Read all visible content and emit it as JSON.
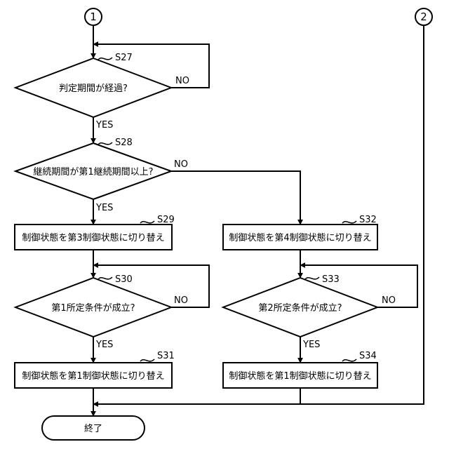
{
  "connectors": {
    "c1": "1",
    "c2": "2"
  },
  "steps": {
    "s27": {
      "id": "S27",
      "text": "判定期間が経過?",
      "yes": "YES",
      "no": "NO"
    },
    "s28": {
      "id": "S28",
      "text": "継続期間が第1継続期間以上?",
      "yes": "YES",
      "no": "NO"
    },
    "s29": {
      "id": "S29",
      "text": "制御状態を第3制御状態に切り替え"
    },
    "s30": {
      "id": "S30",
      "text": "第1所定条件が成立?",
      "yes": "YES",
      "no": "NO"
    },
    "s31": {
      "id": "S31",
      "text": "制御状態を第1制御状態に切り替え"
    },
    "s32": {
      "id": "S32",
      "text": "制御状態を第4制御状態に切り替え"
    },
    "s33": {
      "id": "S33",
      "text": "第2所定条件が成立?",
      "yes": "YES",
      "no": "NO"
    },
    "s34": {
      "id": "S34",
      "text": "制御状態を第1制御状態に切り替え"
    }
  },
  "end": {
    "text": "終了"
  }
}
